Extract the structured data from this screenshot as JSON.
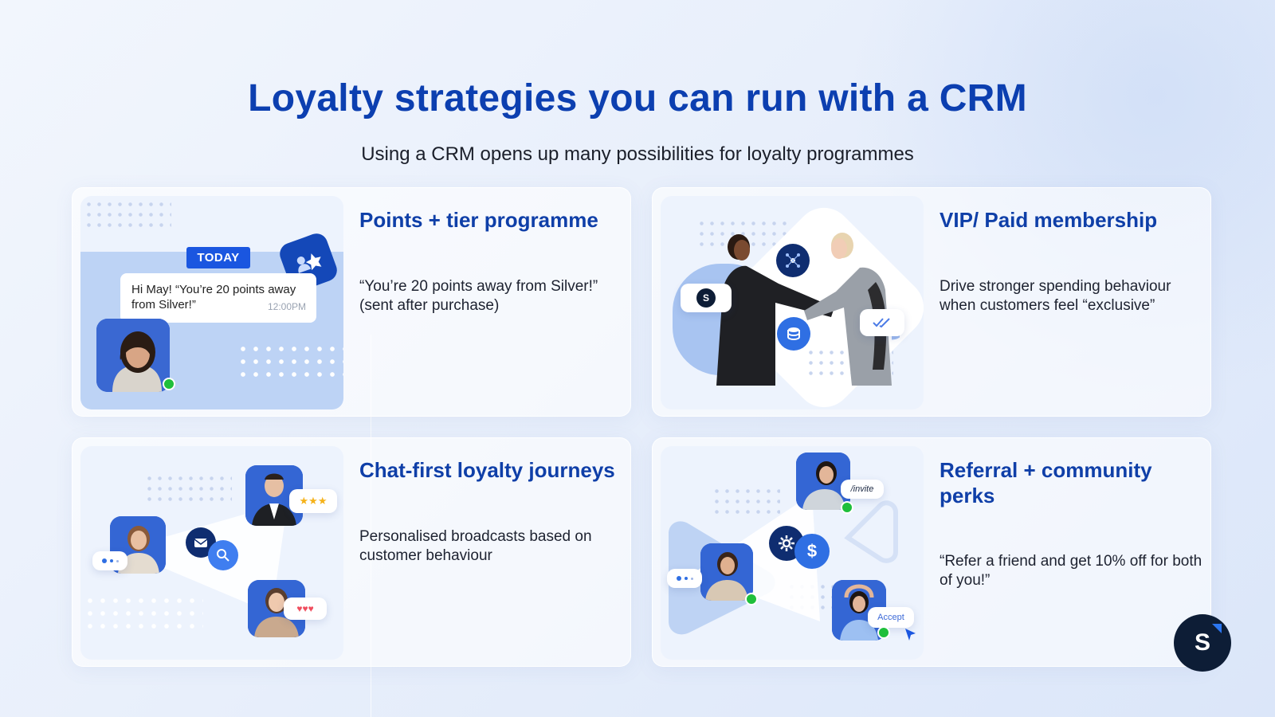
{
  "header": {
    "title": "Loyalty strategies you can run with a CRM",
    "subtitle": "Using a CRM opens up many possibilities for loyalty programmes"
  },
  "cards": [
    {
      "title": "Points + tier programme",
      "description": "“You’re 20 points away from Silver!” (sent after purchase)",
      "illustration": {
        "badge": "TODAY",
        "message": "Hi May! “You’re 20 points away from Silver!”",
        "time": "12:00PM"
      }
    },
    {
      "title": "VIP/ Paid membership",
      "description": "Drive stronger spending behaviour when customers feel “exclusive”",
      "illustration": {
        "chip": "S"
      }
    },
    {
      "title": "Chat-first loyalty journeys",
      "description": "Personalised broadcasts based on customer behaviour",
      "illustration": {}
    },
    {
      "title": "Referral + community perks",
      "description": "“Refer a friend and get 10% off for both of you!”",
      "illustration": {
        "invite": "/invite",
        "accept": "Accept"
      }
    }
  ],
  "brand": {
    "logo_letter": "S",
    "accent": "#0c3fb0",
    "blue": "#1a56e0",
    "dark": "#0d1d36",
    "online": "#1fbf3b"
  }
}
